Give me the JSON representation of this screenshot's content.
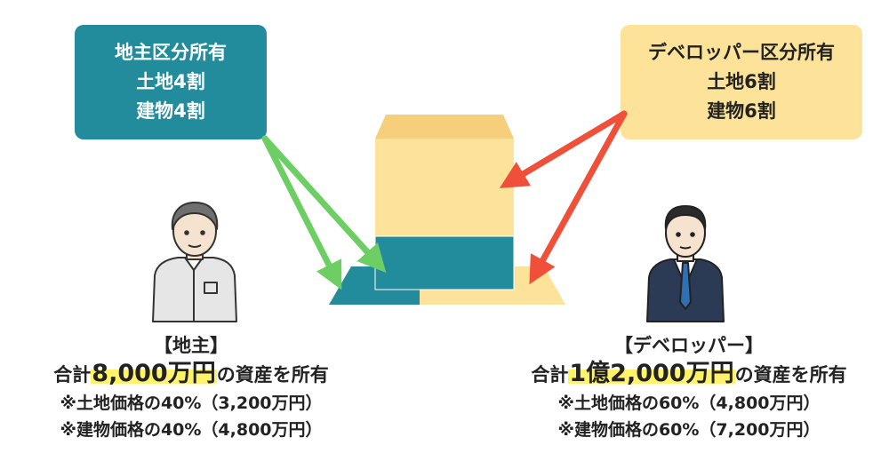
{
  "landowner_box": {
    "lines": [
      "地主区分所有",
      "土地4割",
      "建物4割"
    ]
  },
  "developer_box": {
    "lines": [
      "デベロッパー区分所有",
      "土地6割",
      "建物6割"
    ]
  },
  "landowner_caption": {
    "title": "【地主】",
    "total_prefix": "合計",
    "total_amount": "8,000万円",
    "total_suffix": "の資産を所有",
    "land": "※土地価格の40%（3,200万円）",
    "building": "※建物価格の40%（4,800万円）"
  },
  "developer_caption": {
    "title": "【デベロッパー】",
    "total_prefix": "合計",
    "total_amount": "1億2,000万円",
    "total_suffix": "の資産を所有",
    "land": "※土地価格の60%（4,800万円）",
    "building": "※建物価格の60%（7,200万円）"
  },
  "colors": {
    "landowner_teal": "#238c9c",
    "developer_yellow": "#fde399",
    "landowner_arrow": "#6dcf63",
    "developer_arrow": "#f0503a",
    "highlight": "#fff36b"
  }
}
